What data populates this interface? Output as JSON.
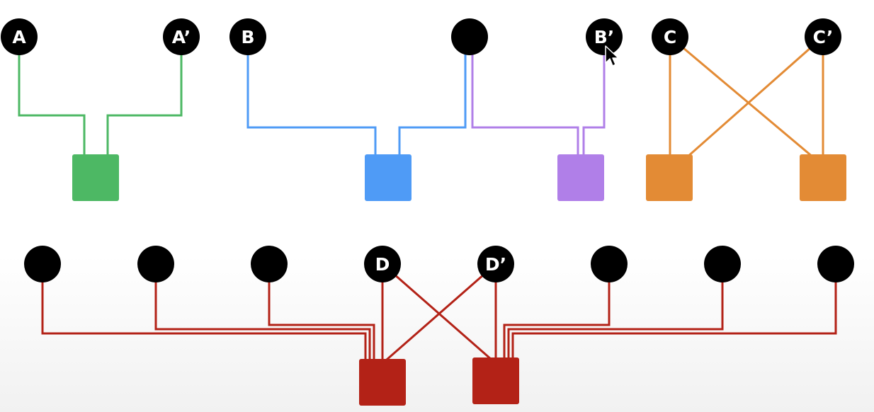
{
  "diagram": {
    "colors": {
      "node_fill": "#000000",
      "node_text": "#ffffff",
      "green": "#4db864",
      "blue": "#4f9bf6",
      "purple": "#b07fe8",
      "orange": "#e38b35",
      "red": "#b32217"
    },
    "top_row": {
      "green_group": {
        "labels": [
          "A",
          "A’"
        ]
      },
      "blue_purple_group": {
        "labels": [
          "B",
          "",
          "B’"
        ]
      },
      "orange_group": {
        "labels": [
          "C",
          "C’"
        ]
      }
    },
    "bottom_row": {
      "red_group": {
        "labels": [
          "",
          "",
          "",
          "D",
          "D’",
          "",
          "",
          ""
        ]
      }
    },
    "cursor": "mouse-pointer-icon"
  }
}
